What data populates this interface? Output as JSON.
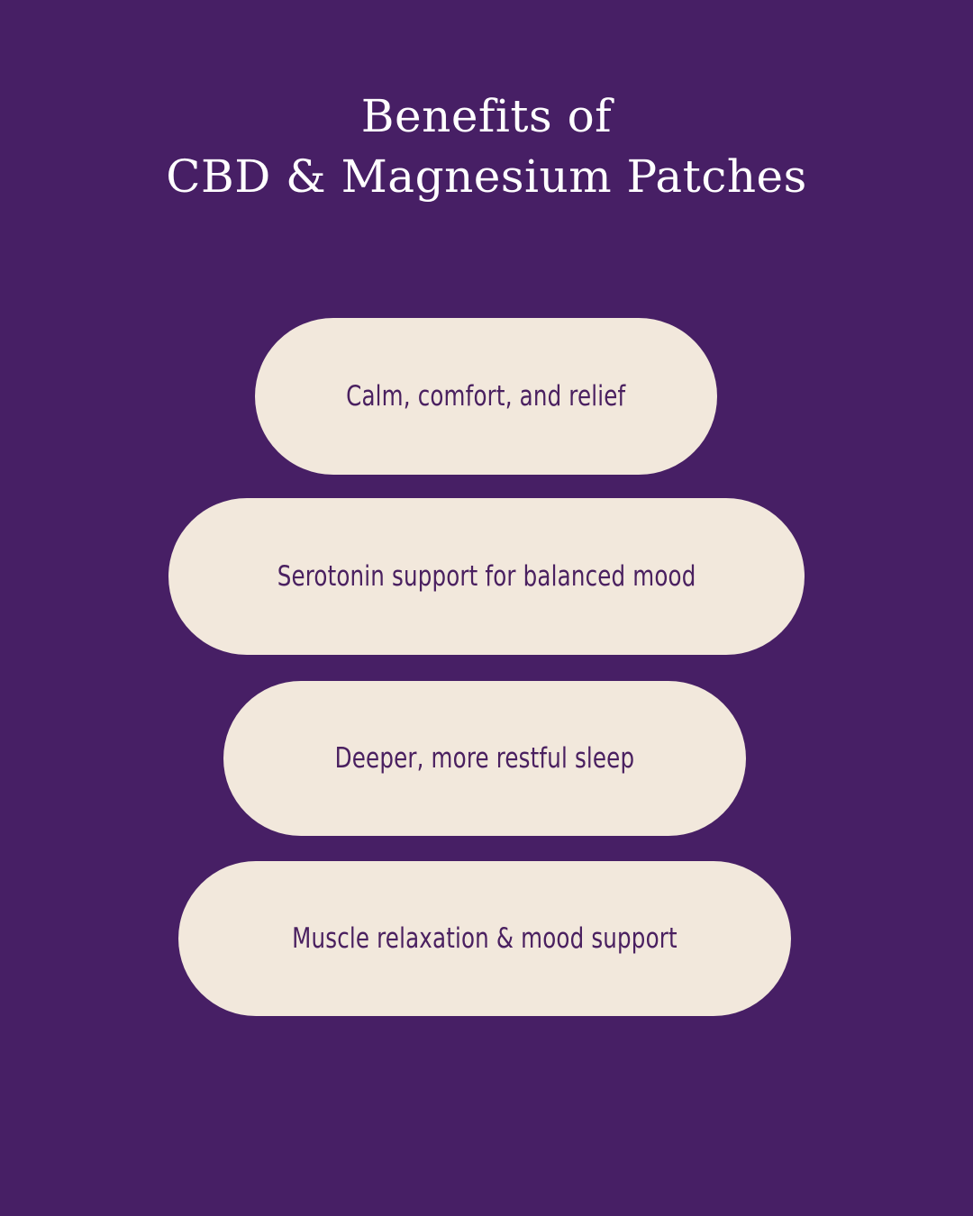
{
  "theme": {
    "background_color": "#471F65",
    "card_color": "#F2E8DC",
    "title_color": "#FFFFFF",
    "card_text_color": "#4A2060"
  },
  "title": {
    "line1": "Benefits of",
    "line2": "CBD & Magnesium Patches"
  },
  "benefits": [
    {
      "label": "Calm, comfort, and relief"
    },
    {
      "label": "Serotonin support for balanced mood"
    },
    {
      "label": "Deeper, more restful sleep"
    },
    {
      "label": "Muscle relaxation & mood support"
    }
  ]
}
